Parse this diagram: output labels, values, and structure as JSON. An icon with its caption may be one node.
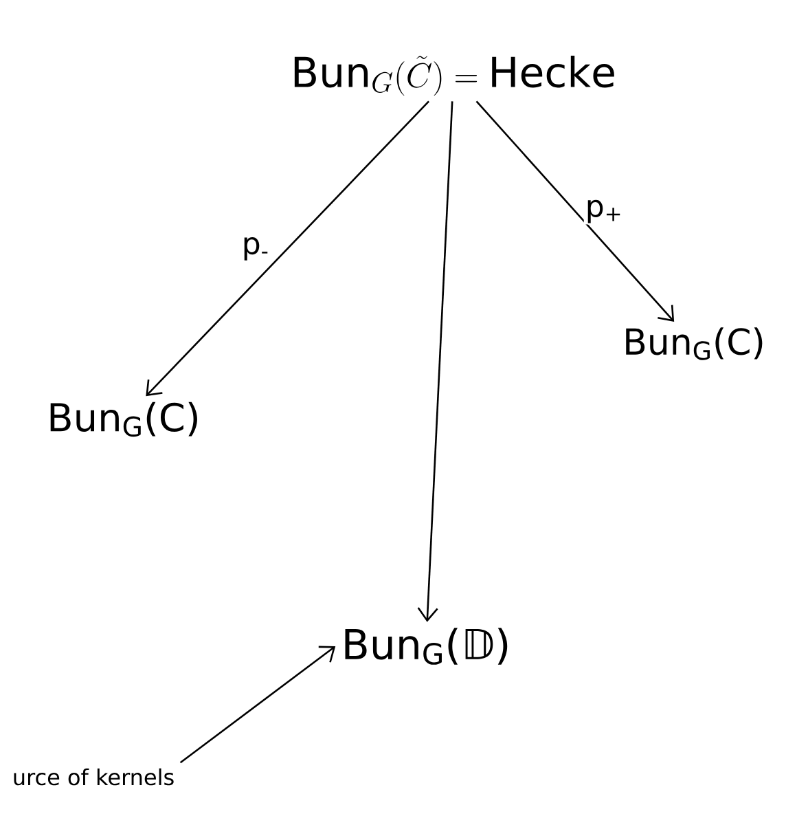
{
  "diagram": {
    "nodes": [
      {
        "text": [
          "\\mathrm{Bun}_{G}(\\tilde{C}) = \\mathrm{Hecke}"
        ]
      },
      {
        "text": [
          "Bun$_{G}$(C)"
        ]
      },
      {
        "text": [
          "Bun$_{G}$(C)"
        ]
      },
      {
        "text": [
          "Bun$_{G}$(𝔻)"
        ]
      },
      {
        "text": [
          "urce of kernels"
        ]
      }
    ],
    "edges": [
      {
        "from": 0,
        "to": 1,
        "arrow": "to",
        "label": "p$_{-}$"
      },
      {
        "from": 0,
        "to": 2,
        "arrow": "to",
        "label": "p$_{+}$"
      },
      {
        "from": 0,
        "to": 3,
        "arrow": "to"
      },
      {
        "from": 4,
        "to": 3,
        "arrow": "to"
      }
    ]
  }
}
